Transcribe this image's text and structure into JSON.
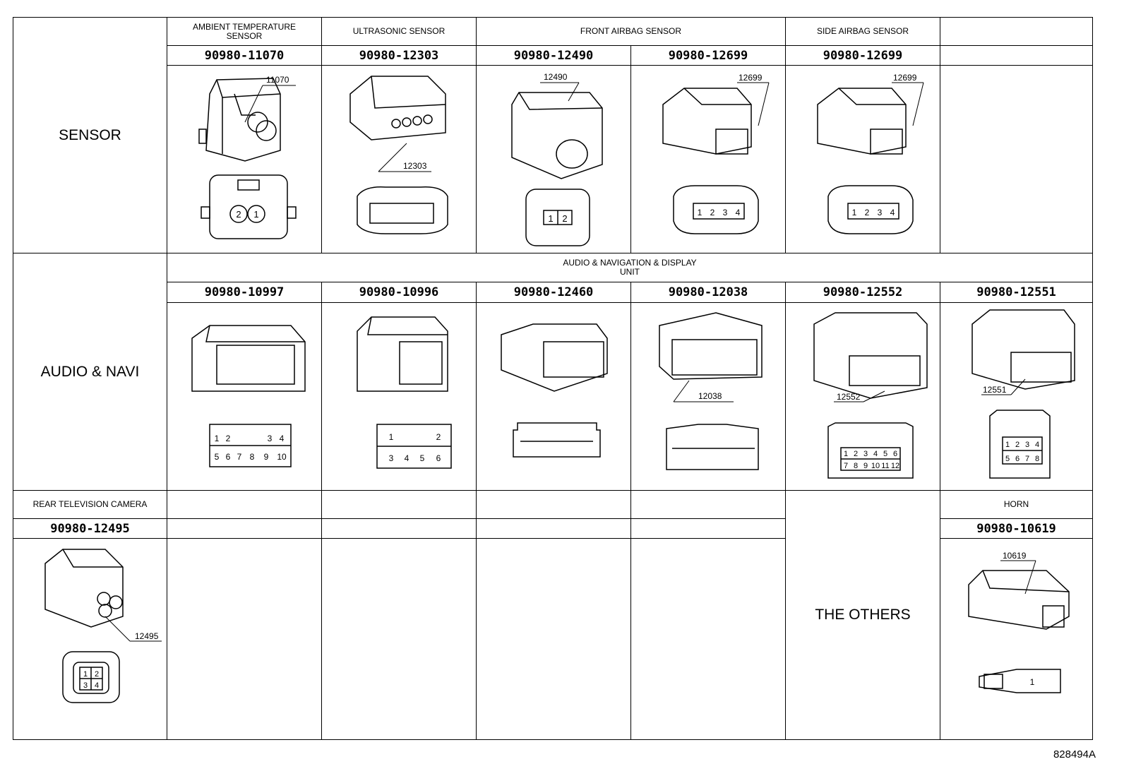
{
  "categories": {
    "sensor": "SENSOR",
    "audio_navi": "AUDIO & NAVI",
    "others": "THE OTHERS"
  },
  "sensor_row": {
    "headers": [
      "AMBIENT TEMPERATURE\nSENSOR",
      "ULTRASONIC SENSOR",
      "FRONT AIRBAG SENSOR",
      "SIDE AIRBAG SENSOR"
    ],
    "parts": [
      {
        "number": "90980-11070",
        "callout": "11070",
        "pins": [
          "2",
          "1"
        ]
      },
      {
        "number": "90980-12303",
        "callout": "12303"
      },
      {
        "number": "90980-12490",
        "callout": "12490",
        "pins": [
          "1",
          "2"
        ]
      },
      {
        "number": "90980-12699",
        "callout": "12699",
        "pins": [
          "1",
          "2",
          "3",
          "4"
        ]
      },
      {
        "number": "90980-12699",
        "callout": "12699",
        "pins": [
          "1",
          "2",
          "3",
          "4"
        ]
      }
    ]
  },
  "audio_row": {
    "header": "AUDIO & NAVIGATION & DISPLAY\nUNIT",
    "parts": [
      {
        "number": "90980-10997",
        "pins": [
          "1",
          "2",
          "3",
          "4",
          "5",
          "6",
          "7",
          "8",
          "9",
          "10"
        ]
      },
      {
        "number": "90980-10996",
        "pins": [
          "1",
          "2",
          "3",
          "4",
          "5",
          "6"
        ]
      },
      {
        "number": "90980-12460"
      },
      {
        "number": "90980-12038",
        "callout": "12038"
      },
      {
        "number": "90980-12552",
        "callout": "12552",
        "pins": [
          "1",
          "2",
          "3",
          "4",
          "5",
          "6",
          "7",
          "8",
          "9",
          "10",
          "11",
          "12"
        ]
      },
      {
        "number": "90980-12551",
        "callout": "12551",
        "pins": [
          "1",
          "2",
          "3",
          "4",
          "5",
          "6",
          "7",
          "8"
        ]
      }
    ]
  },
  "bottom_row": {
    "camera_header": "REAR TELEVISION CAMERA",
    "camera_number": "90980-12495",
    "camera_callout": "12495",
    "camera_pins": [
      "1",
      "2",
      "3",
      "4"
    ],
    "horn_header": "HORN",
    "horn_number": "90980-10619",
    "horn_callout": "10619",
    "horn_pin": "1"
  },
  "figure_id": "828494A"
}
